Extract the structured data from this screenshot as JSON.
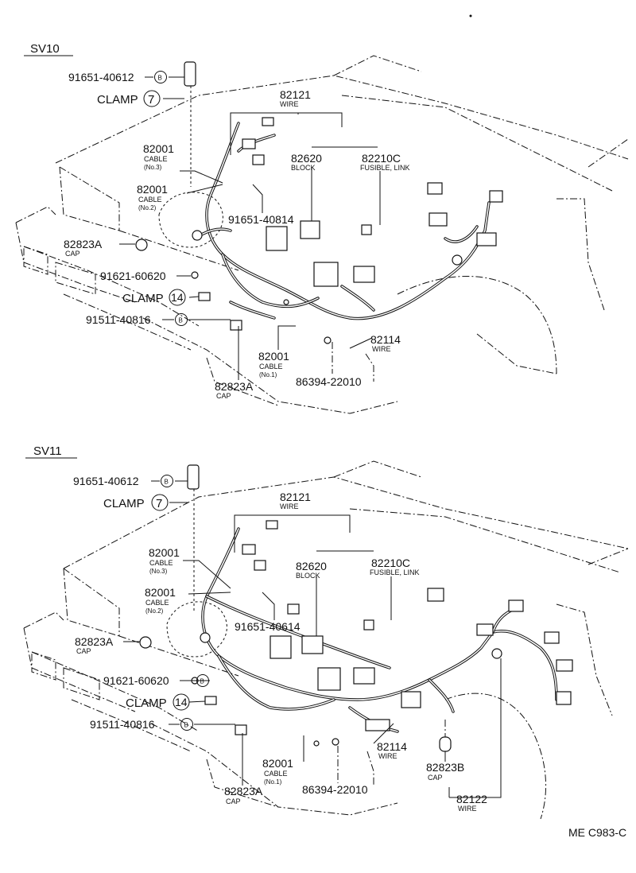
{
  "sections": {
    "top": {
      "title": "SV10",
      "labels": {
        "p91651_40612": "91651-40612",
        "b1": "B",
        "clamp7_text": "CLAMP",
        "clamp7_num": "7",
        "wire82121": "82121",
        "wire82121_sub": "WIRE",
        "cable82001_no3": "82001",
        "cable82001_no3_sub": "CABLE",
        "cable82001_no3_sub2": "(No.3)",
        "block82620": "82620",
        "block82620_sub": "BLOCK",
        "fusible82210c": "82210C",
        "fusible82210c_sub": "FUSIBLE, LINK",
        "cable82001_no2": "82001",
        "cable82001_no2_sub": "CABLE",
        "cable82001_no2_sub2": "(No.2)",
        "p91651_40814": "91651-40814",
        "cap82823a_left": "82823A",
        "cap82823a_left_sub": "CAP",
        "p91621_60620": "91621-60620",
        "clamp14_text": "CLAMP",
        "clamp14_num": "14",
        "p91511_40816": "91511-40816",
        "b2": "B",
        "wire82114": "82114",
        "wire82114_sub": "WIRE",
        "cable82001_no1": "82001",
        "cable82001_no1_sub": "CABLE",
        "cable82001_no1_sub2": "(No.1)",
        "p86394_22010": "86394-22010",
        "cap82823a_bottom": "82823A",
        "cap82823a_bottom_sub": "CAP"
      }
    },
    "bottom": {
      "title": "SV11",
      "labels": {
        "p91651_40612": "91651-40612",
        "b1": "B",
        "clamp7_text": "CLAMP",
        "clamp7_num": "7",
        "wire82121": "82121",
        "wire82121_sub": "WIRE",
        "cable82001_no3": "82001",
        "cable82001_no3_sub": "CABLE",
        "cable82001_no3_sub2": "(No.3)",
        "block82620": "82620",
        "block82620_sub": "BLOCK",
        "fusible82210c": "82210C",
        "fusible82210c_sub": "FUSIBLE, LINK",
        "cable82001_no2": "82001",
        "cable82001_no2_sub": "CABLE",
        "cable82001_no2_sub2": "(No.2)",
        "p91651_40614": "91651-40614",
        "cap82823a_left": "82823A",
        "cap82823a_left_sub": "CAP",
        "p91621_60620": "91621-60620",
        "b2": "B",
        "clamp14_text": "CLAMP",
        "clamp14_num": "14",
        "p91511_40816": "91511-40816",
        "b3": "B",
        "wire82114": "82114",
        "wire82114_sub": "WIRE",
        "cable82001_no1": "82001",
        "cable82001_no1_sub": "CABLE",
        "cable82001_no1_sub2": "(No.1)",
        "cap82823b": "82823B",
        "cap82823b_sub": "CAP",
        "p86394_22010": "86394-22010",
        "cap82823a_bottom": "82823A",
        "cap82823a_bottom_sub": "CAP",
        "wire82122": "82122",
        "wire82122_sub": "WIRE"
      }
    }
  },
  "figure_code": "ME C983-C",
  "colors": {
    "ink": "#111111",
    "paper": "#ffffff"
  }
}
